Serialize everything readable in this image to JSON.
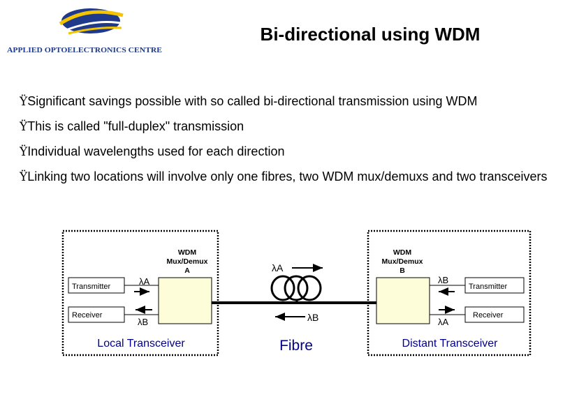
{
  "header": {
    "logo_text": "APPLIED OPTOELECTRONICS CENTRE",
    "title": "Bi-directional using WDM"
  },
  "bullets": {
    "marker": "Ÿ",
    "items": [
      "Significant savings possible with so called bi-directional transmission using WDM",
      "This is called \"full-duplex\" transmission",
      "Individual wavelengths used for each direction",
      "Linking two locations will involve only one fibres,  two WDM mux/demuxs and two transceivers"
    ]
  },
  "diagram": {
    "local": {
      "transmitter": "Transmitter",
      "receiver": "Receiver",
      "wdm_line1": "WDM",
      "wdm_line2": "Mux/Demux",
      "wdm_line3": "A",
      "lambda_tx": "λA",
      "lambda_rx": "λB",
      "caption": "Local Transceiver"
    },
    "fibre": {
      "lambda_forward": "λA",
      "lambda_backward": "λB",
      "caption": "Fibre"
    },
    "distant": {
      "transmitter": "Transmitter",
      "receiver": "Receiver",
      "wdm_line1": "WDM",
      "wdm_line2": "Mux/Demux",
      "wdm_line3": "B",
      "lambda_tx": "λB",
      "lambda_rx": "λA",
      "caption": "Distant Transceiver"
    },
    "colors": {
      "wdm_box_fill": "#fdfdd9",
      "caption_blue": "#00008b",
      "logo_blue": "#1f3a8a",
      "logo_yellow": "#f5c400"
    }
  }
}
